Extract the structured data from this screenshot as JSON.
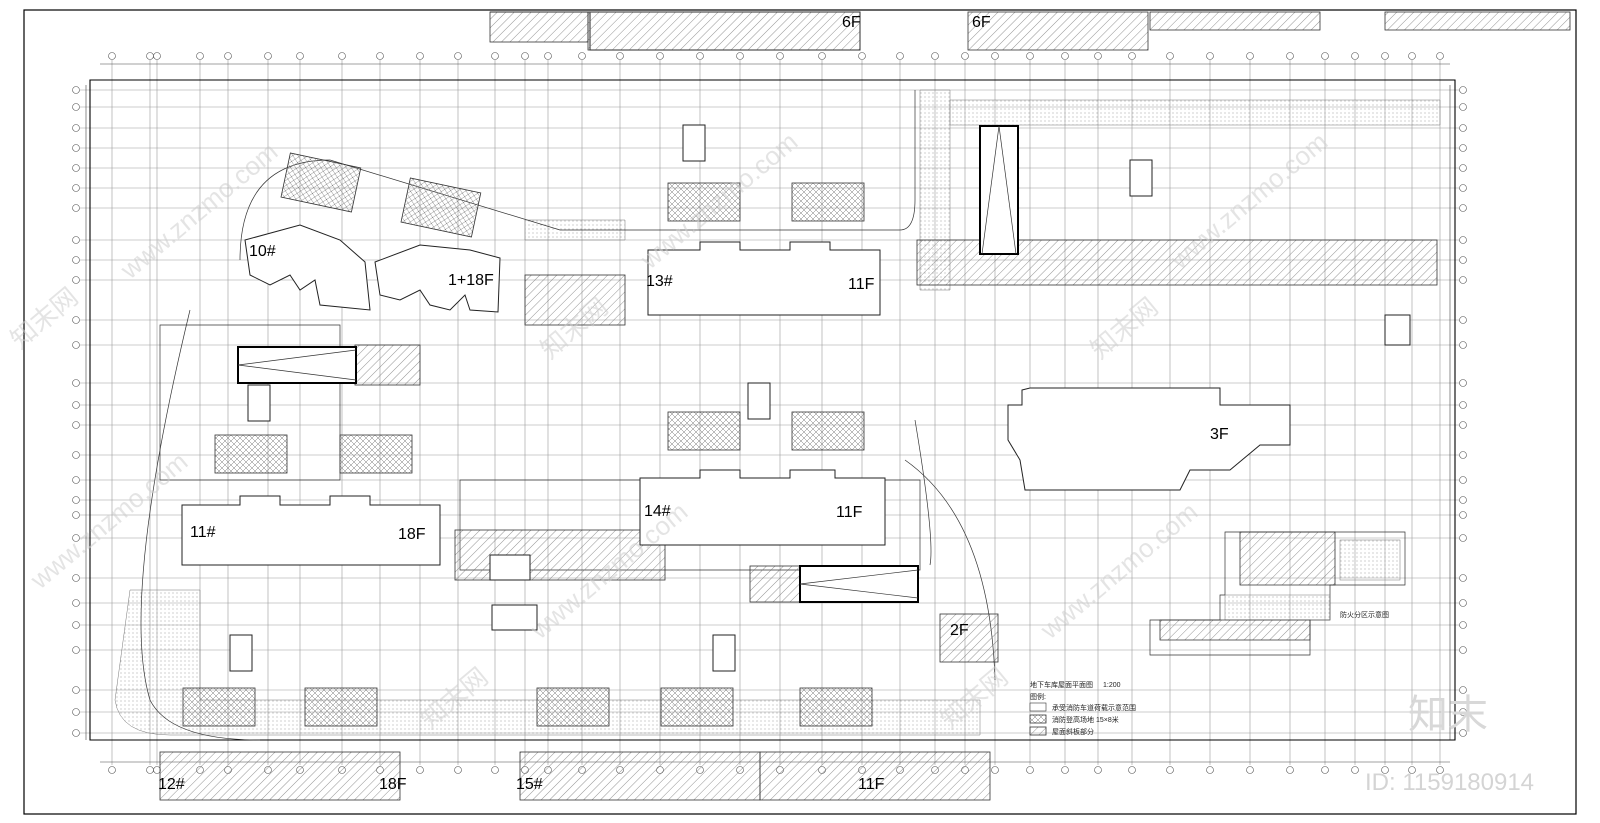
{
  "buildings": {
    "b10": "10#",
    "b1_18f": "1+18F",
    "b13": "13#",
    "b13_floors": "11F",
    "b11": "11#",
    "b11_floors": "18F",
    "b14": "14#",
    "b14_floors": "11F",
    "b12": "12#",
    "b12_floors": "18F",
    "b15": "15#",
    "b15_floors": "11F",
    "top_left_floors": "6F",
    "top_right_floors": "6F",
    "club_floors": "3F",
    "small_floors": "2F"
  },
  "legend": {
    "title": "地下车库屋面平面图",
    "scale": "1:200",
    "heading": "图例:",
    "item1": "承受消防车道荷载示意范围",
    "item2": "消防登高场地 15×8米",
    "item3": "屋面斜板部分"
  },
  "inset": {
    "title": "防火分区示意图"
  },
  "watermark": {
    "site": "www.znzmo.com",
    "brand": "知末网",
    "logo": "知末",
    "id": "ID: 1159180914"
  }
}
